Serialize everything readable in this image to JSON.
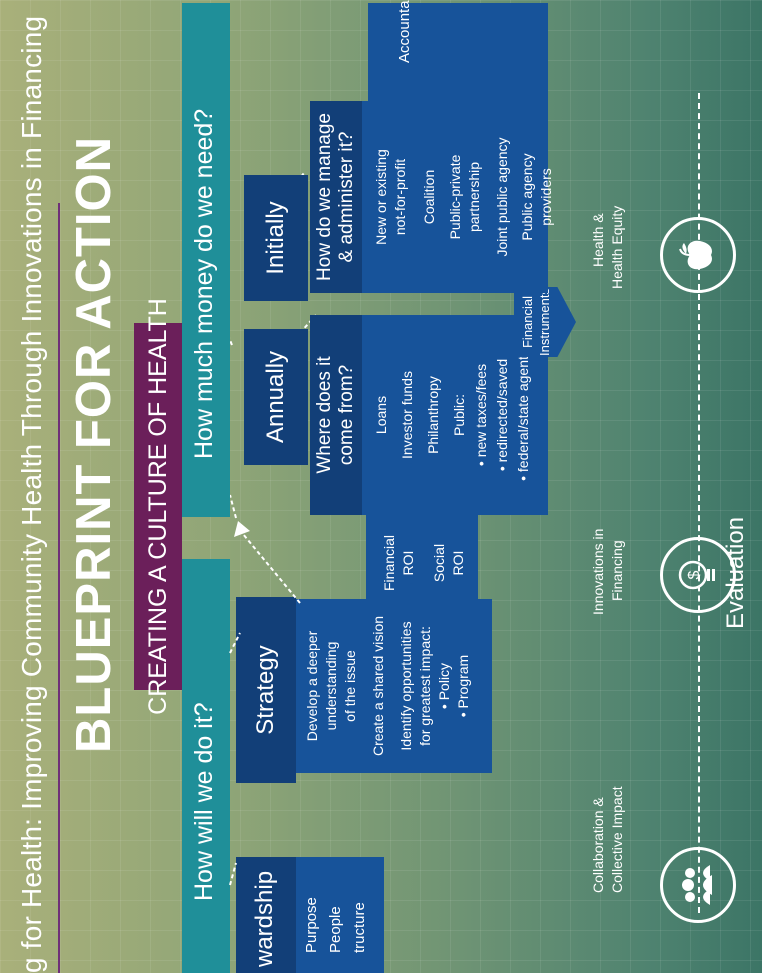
{
  "header": {
    "subtitle": "g for Health: Improving Community Health Through Innovations in Financing",
    "title": "BLUEPRINT FOR ACTION"
  },
  "banner": "CREATING A CULTURE OF HEALTH",
  "left_section": {
    "question": "How will we do it?",
    "stewardship": {
      "label": "wardship",
      "items": [
        "Purpose",
        "People",
        "tructure"
      ]
    },
    "strategy": {
      "label": "Strategy",
      "items": [
        "Develop a deeper",
        "understanding",
        "of the issue",
        "Create a shared vision",
        "Identify opportunities",
        "for greatest impact:",
        "• Policy",
        "• Program"
      ]
    }
  },
  "right_section": {
    "question": "How much money do we need?",
    "annually": "Annually",
    "initially": "Initially",
    "roi": {
      "financial": [
        "Financial",
        "ROI"
      ],
      "social": [
        "Social",
        "ROI"
      ]
    },
    "where": {
      "label": [
        "Where does it",
        "come from?"
      ],
      "items": [
        "Loans",
        "Investor funds",
        "Philanthropy",
        "Public:",
        "• new taxes/fees",
        "• redirected/saved",
        "• federal/state agents"
      ]
    },
    "manage": {
      "label": [
        "How do we manage",
        "& administer it?"
      ],
      "items": [
        "New or existing",
        "not-for-profit",
        "Coalition",
        "Public-private",
        "partnership",
        "Joint public agency",
        "Public agency",
        "providers"
      ]
    },
    "accountability": "Accountability",
    "financial_instruments": [
      "Financial",
      "Instruments"
    ]
  },
  "bottom": {
    "collab": [
      "Collaboration &",
      "Collective Impact"
    ],
    "innovations": [
      "Innovations in",
      "Financing"
    ],
    "evaluation": "Evaluation",
    "health": [
      "Health &",
      "Health Equity"
    ]
  },
  "icons": [
    "people-group-icon",
    "lightbulb-dollar-icon",
    "apple-icon"
  ]
}
